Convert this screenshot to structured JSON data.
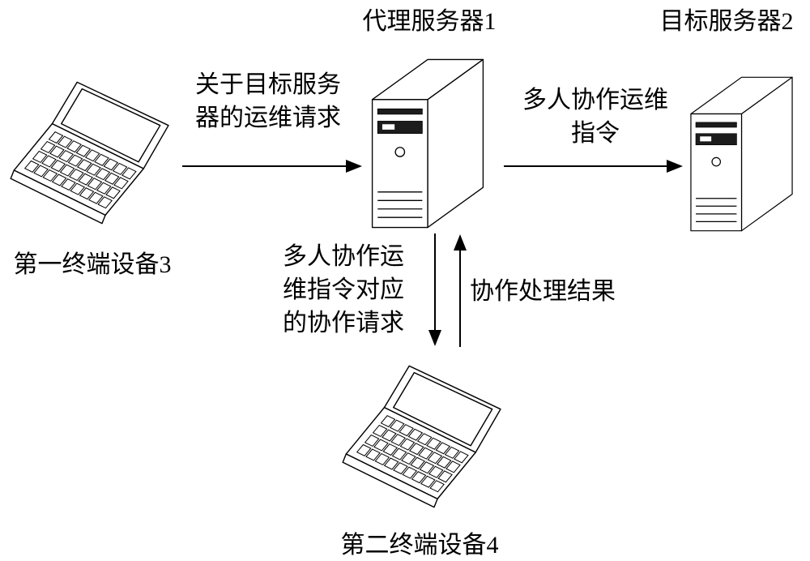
{
  "colors": {
    "ink": "#000000",
    "background": "#ffffff"
  },
  "diagram": {
    "nodes": {
      "proxy_server": {
        "title": "代理服务器1"
      },
      "target_server": {
        "title": "目标服务器2"
      },
      "terminal_1": {
        "label": "第一终端设备3"
      },
      "terminal_2": {
        "label": "第二终端设备4"
      }
    },
    "edges": {
      "om_request": {
        "lines": [
          "关于目标服务",
          "器的运维请求"
        ]
      },
      "collab_command": {
        "lines": [
          "多人协作运维",
          "指令"
        ]
      },
      "collab_request": {
        "lines": [
          "多人协作运",
          "维指令对应",
          "的协作请求"
        ]
      },
      "collab_result": {
        "label": "协作处理结果"
      }
    }
  }
}
